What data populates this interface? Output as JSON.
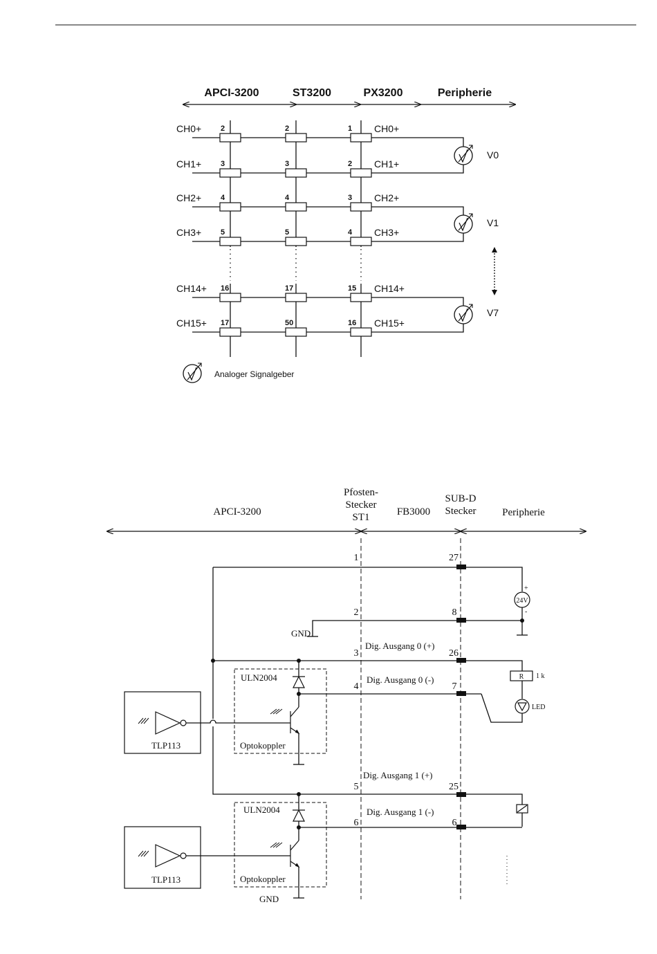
{
  "top_diagram": {
    "headers": [
      "APCI-3200",
      "ST3200",
      "PX3200",
      "Peripherie"
    ],
    "left_signals": [
      "CH0+",
      "CH1+",
      "CH2+",
      "CH3+",
      "CH14+",
      "CH15+"
    ],
    "right_signals": [
      "CH0+",
      "CH1+",
      "CH2+",
      "CH3+",
      "CH14+",
      "CH15+"
    ],
    "apci_pins": [
      "2",
      "3",
      "4",
      "5",
      "16",
      "17"
    ],
    "st_pins": [
      "2",
      "3",
      "4",
      "5",
      "17",
      "50"
    ],
    "px_pins": [
      "1",
      "2",
      "3",
      "4",
      "15",
      "16"
    ],
    "sources": [
      "V0",
      "V1",
      "V7"
    ],
    "legend": "Analoger Signalgeber"
  },
  "bottom_diagram": {
    "headers": {
      "apci": "APCI-3200",
      "st1_line1": "Pfosten-",
      "st1_line2": "Stecker",
      "st1_line3": "ST1",
      "fb": "FB3000",
      "subd_line1": "SUB-D",
      "subd_line2": "Stecker",
      "peripherie": "Peripherie"
    },
    "st1_pins": [
      "1",
      "2",
      "3",
      "4",
      "5",
      "6"
    ],
    "subd_pins": [
      "27",
      "8",
      "26",
      "7",
      "25",
      "6"
    ],
    "signals": {
      "dig0_plus": "Dig. Ausgang 0 (+)",
      "dig0_minus": "Dig. Ausgang 0 (-)",
      "dig1_plus": "Dig. Ausgang 1 (+)",
      "dig1_minus": "Dig. Ausgang 1 (-)"
    },
    "gnd": "GND",
    "uln": "ULN2004",
    "opto": "Optokoppler",
    "tlp": "TLP113",
    "supply": "24V",
    "plus": "+",
    "minus": "-",
    "resistor_letter": "R",
    "resistor_value": "1 k",
    "led": "LED"
  }
}
